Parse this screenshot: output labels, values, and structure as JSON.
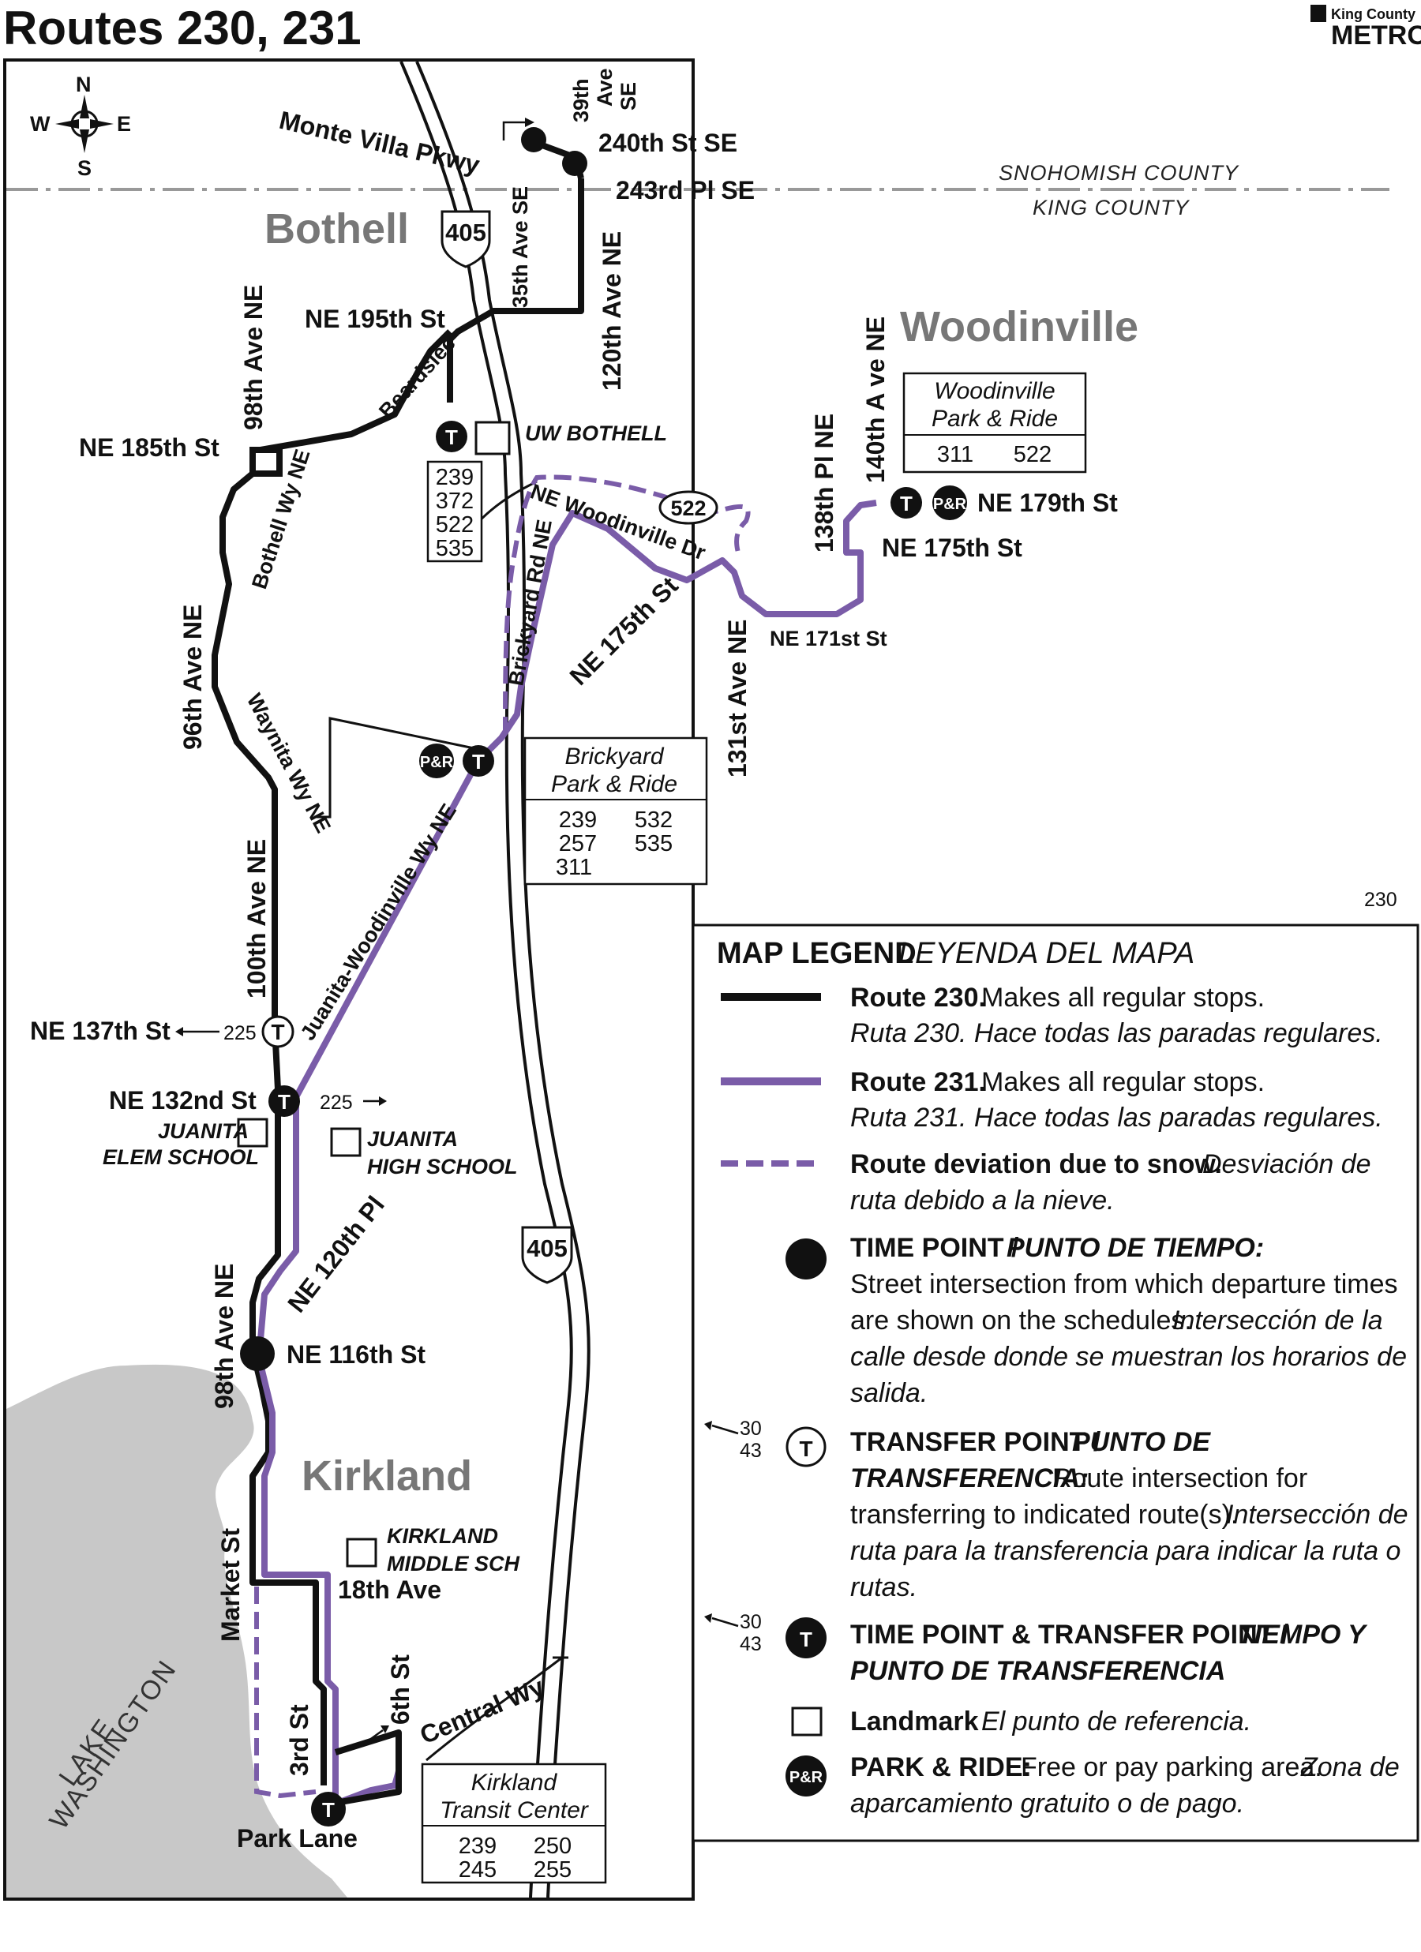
{
  "header": {
    "title": "Routes 230, 231",
    "logo_small": "King County",
    "logo_big": "METRO"
  },
  "compass": {
    "n": "N",
    "s": "S",
    "e": "E",
    "w": "W"
  },
  "colors": {
    "route_230": "#111111",
    "route_231": "#7a5ca8",
    "lake": "#c8c8c8",
    "city_label": "#777777"
  },
  "counties": {
    "north": "SNOHOMISH COUNTY",
    "south": "KING COUNTY"
  },
  "cities": {
    "bothell": "Bothell",
    "woodinville": "Woodinville",
    "kirkland": "Kirkland"
  },
  "lake": {
    "line1": "LAKE",
    "line2": "WASHINGTON"
  },
  "highways": {
    "i405_north": "405",
    "i405_south": "405",
    "sr522": "522"
  },
  "streets": {
    "monte_villa": "Monte Villa Pkwy",
    "ave_39th_1": "39th",
    "ave_39th_2": "Ave",
    "ave_39th_3": "SE",
    "st_240th": "240th St SE",
    "pl_243rd": "243rd Pl SE",
    "ave_35th": "35th Ave SE",
    "ave_120th": "120th Ave NE",
    "ne_195th": "NE 195th St",
    "beardslee": "Beardslee",
    "ave_98th_north": "98th Ave NE",
    "ne_185th": "NE 185th St",
    "bothell_wy": "Bothell Wy NE",
    "ave_96th": "96th Ave NE",
    "waynita": "Waynita Wy NE",
    "ave_100th": "100th Ave NE",
    "juanita_woodinville": "Juanita-Woodinville Wy NE",
    "brickyard_rd": "Brickyard Rd NE",
    "ne_woodinville_dr": "NE Woodinville Dr",
    "ne_175th_diag": "NE 175th St",
    "ave_131st": "131st Ave NE",
    "ne_171st": "NE 171st St",
    "pl_138th": "138th Pl NE",
    "ave_140th": "140th A ve NE",
    "ne_179th": "NE 179th St",
    "ne_175th_east": "NE 175th St",
    "ne_137th": "NE 137th St",
    "ne_132nd": "NE 132nd St",
    "ne_120th_pl": "NE 120th Pl",
    "ave_98th_south": "98th Ave NE",
    "ne_116th": "NE 116th St",
    "market_st": "Market St",
    "ave_18th": "18th Ave",
    "st_3rd": "3rd St",
    "st_6th": "6th St",
    "central_wy": "Central Wy",
    "park_lane": "Park Lane"
  },
  "transfers": {
    "ne137_route": "225",
    "ne132_route": "225"
  },
  "landmarks": {
    "uw_bothell": "UW BOTHELL",
    "juanita_elem_1": "JUANITA",
    "juanita_elem_2": "ELEM SCHOOL",
    "juanita_high_1": "JUANITA",
    "juanita_high_2": "HIGH SCHOOL",
    "kirkland_middle_1": "KIRKLAND",
    "kirkland_middle_2": "MIDDLE SCH"
  },
  "uw_routes": [
    "239",
    "372",
    "522",
    "535"
  ],
  "boxes": {
    "woodinville_pr": {
      "line1": "Woodinville",
      "line2": "Park & Ride",
      "routes": [
        "311",
        "522"
      ]
    },
    "brickyard_pr": {
      "line1": "Brickyard",
      "line2": "Park & Ride",
      "routes": [
        "239",
        "532",
        "257",
        "535",
        "311"
      ]
    },
    "kirkland_tc": {
      "line1": "Kirkland",
      "line2": "Transit Center",
      "routes": [
        "239",
        "250",
        "245",
        "255"
      ]
    }
  },
  "symbols": {
    "transfer": "T",
    "park_ride": "P&R"
  },
  "map_code": "230",
  "legend": {
    "title": "MAP LEGEND",
    "title_es": "LEYENDA DEL MAPA",
    "r230_bold": "Route 230.",
    "r230_text": "Makes all regular stops.",
    "r230_es": "Ruta 230. Hace todas las paradas regulares.",
    "r231_bold": "Route 231.",
    "r231_text": "Makes all regular stops.",
    "r231_es": "Ruta 231. Hace todas las paradas regulares.",
    "snow_bold": "Route deviation due to snow.",
    "snow_es1": "Desviación de",
    "snow_es2": "ruta debido a la nieve.",
    "tp_bold": "TIME POINT /",
    "tp_bold_es": "PUNTO DE TIEMPO:",
    "tp_l1": "Street intersection from which departure times",
    "tp_l2a": "are shown on the schedules.",
    "tp_l2b": "Intersección de la",
    "tp_l3": "calle desde donde se muestran los horarios de",
    "tp_l4": "salida.",
    "tr_bold": "TRANSFER POINT /",
    "tr_bold_es1": "PUNTO DE",
    "tr_bold_es2": "TRANSFERENCIA:",
    "tr_l2": "Route intersection for",
    "tr_l3a": "transferring to indicated route(s).",
    "tr_l3b": "Intersección de",
    "tr_l4": "ruta para la transferencia para indicar la ruta o",
    "tr_l5": "rutas.",
    "sample_route_a": "30",
    "sample_route_b": "43",
    "tt_bold": "TIME POINT & TRANSFER POINT /",
    "tt_bold_es1": "TIEMPO Y",
    "tt_bold_es2": "PUNTO DE TRANSFERENCIA",
    "lm_bold": "Landmark",
    "lm_es": "El punto de referencia.",
    "pr_bold": "PARK & RIDE:",
    "pr_text": "Free or pay parking area.",
    "pr_es1": "Zona de",
    "pr_es2": "aparcamiento gratuito o de pago."
  }
}
